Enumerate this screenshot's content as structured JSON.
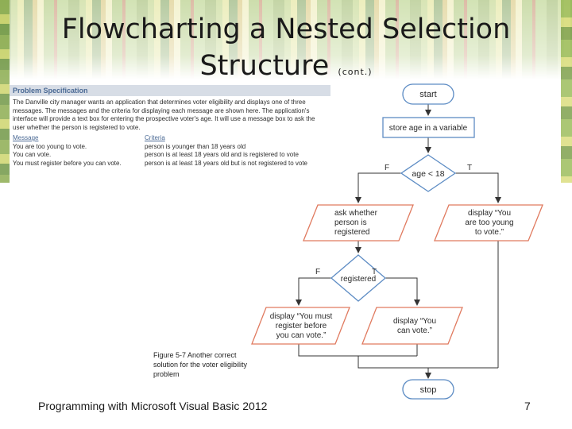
{
  "slide": {
    "title_line1": "Flowcharting a Nested Selection",
    "title_line2": "Structure",
    "title_suffix": "(cont.)",
    "caption": "Figure 5-7 Another correct solution for the voter eligibility problem",
    "footer": "Programming with Microsoft Visual Basic 2012",
    "page_number": "7"
  },
  "spec": {
    "heading": "Problem Specification",
    "text": "The Danville city manager wants an application that determines voter eligibility and displays one of three messages. The messages and the criteria for displaying each message are shown here. The application's interface will provide a text box for entering the prospective voter's age. It will use a message box to ask the user whether the person is registered to vote.",
    "col_message": "Message",
    "col_criteria": "Criteria",
    "rows": [
      {
        "message": "You are too young to vote.",
        "criteria": "person is younger than 18 years old"
      },
      {
        "message": "You can vote.",
        "criteria": "person is at least 18 years old and is registered to vote"
      },
      {
        "message": "You must register before you can vote.",
        "criteria": "person is at least 18 years old but is not registered to vote"
      }
    ]
  },
  "flowchart": {
    "start": "start",
    "store_age": "store age in a variable",
    "decision_age": "age < 18",
    "false_label": "F",
    "true_label": "T",
    "ask_line1": "ask whether",
    "ask_line2": "person is",
    "ask_line3": "registered",
    "young_line1": "display “You",
    "young_line2": "are too young",
    "young_line3": "to vote.”",
    "decision_registered": "registered",
    "false_label2": "F",
    "true_label2": "T",
    "must_line1": "display “You must",
    "must_line2": "register before",
    "must_line3": "you can vote.”",
    "can_line1": "display “You",
    "can_line2": "can vote.”",
    "stop": "stop"
  },
  "colors": {
    "flow_border": "#5d8cc4",
    "flow_fill": "#ffffff",
    "io_border": "#e07a5f",
    "arrow": "#333333"
  }
}
